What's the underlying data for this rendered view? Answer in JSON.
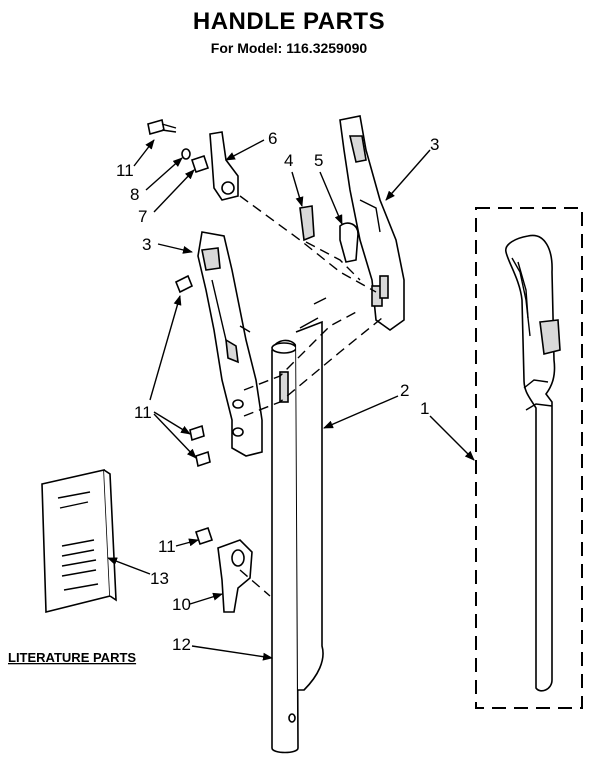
{
  "title": "HANDLE PARTS",
  "subtitle": "For Model: 116.3259090",
  "literature_label": "LITERATURE PARTS",
  "callouts": {
    "c1": "1",
    "c2": "2",
    "c3a": "3",
    "c3b": "3",
    "c4": "4",
    "c5": "5",
    "c6": "6",
    "c7": "7",
    "c8": "8",
    "c10": "10",
    "c11a": "11",
    "c11b": "11",
    "c11c": "11",
    "c12": "12",
    "c13": "13"
  },
  "colors": {
    "ink": "#000000",
    "paper": "#ffffff",
    "shade": "#d9d9d9"
  }
}
